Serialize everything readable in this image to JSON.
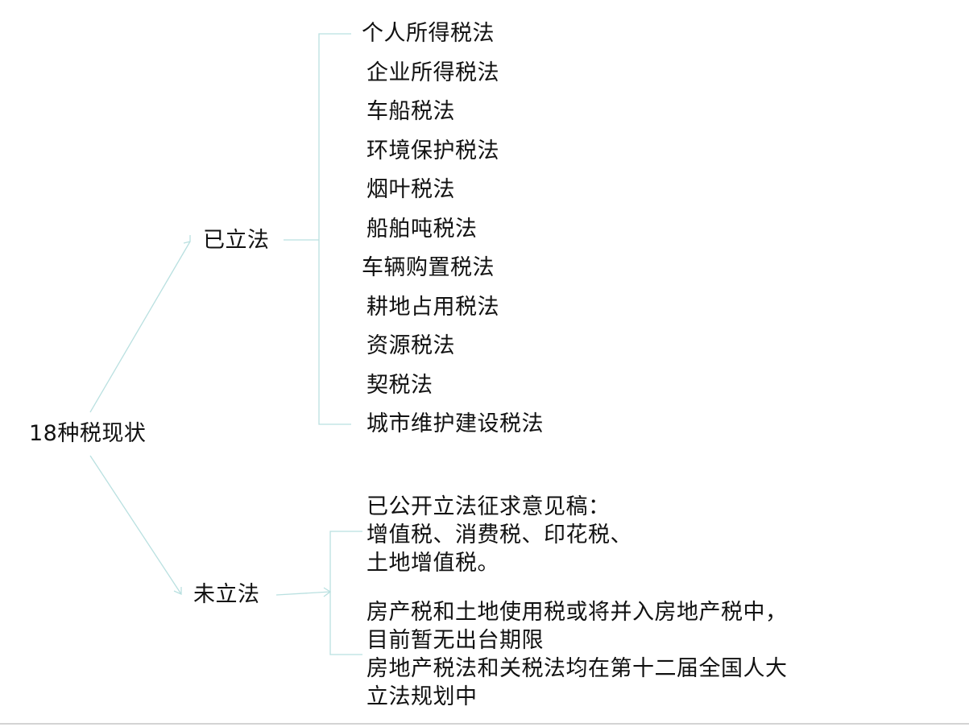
{
  "root": {
    "label": "18种税现状"
  },
  "legislated": {
    "label": "已立法",
    "items": [
      "个人所得税法",
      "企业所得税法",
      "车船税法",
      "环境保护税法",
      "烟叶税法",
      "船舶吨税法",
      "车辆购置税法",
      "耕地占用税法",
      "资源税法",
      "契税法",
      "城市维护建设税法"
    ]
  },
  "not_legislated": {
    "label": "未立法",
    "draft_block": {
      "lines": [
        "已公开立法征求意见稿：",
        "增值税、消费税、印花税、",
        "土地增值税。"
      ]
    },
    "property_block": {
      "lines": [
        "房产税和土地使用税或将并入房地产税中，",
        "目前暂无出台期限",
        "房地产税法和关税法均在第十二届全国人大",
        "立法规划中"
      ]
    }
  },
  "colors": {
    "connector": "#b9e0e0",
    "text": "#111111",
    "background": "#ffffff"
  }
}
